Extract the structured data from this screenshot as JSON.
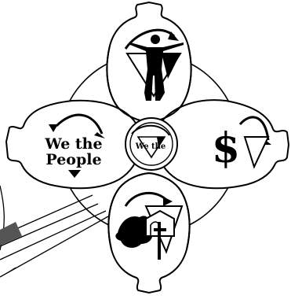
{
  "diagram": {
    "ink_color": "#000000",
    "paper_color": "#ffffff",
    "petals": [
      {
        "id": "top",
        "icon": "vitruvian-figure-with-diamond-icon"
      },
      {
        "id": "left",
        "icon": "we-the-people-script-with-diamond-icon",
        "line1": "We the",
        "line2": "People"
      },
      {
        "id": "right",
        "icon": "dollar-sign-with-diamond-icon",
        "symbol": "$"
      },
      {
        "id": "bottom",
        "icon": "church-and-cross-with-diamond-icon"
      }
    ],
    "center": {
      "icon": "we-the-people-monogram-diamond-icon",
      "text": "We the"
    }
  }
}
